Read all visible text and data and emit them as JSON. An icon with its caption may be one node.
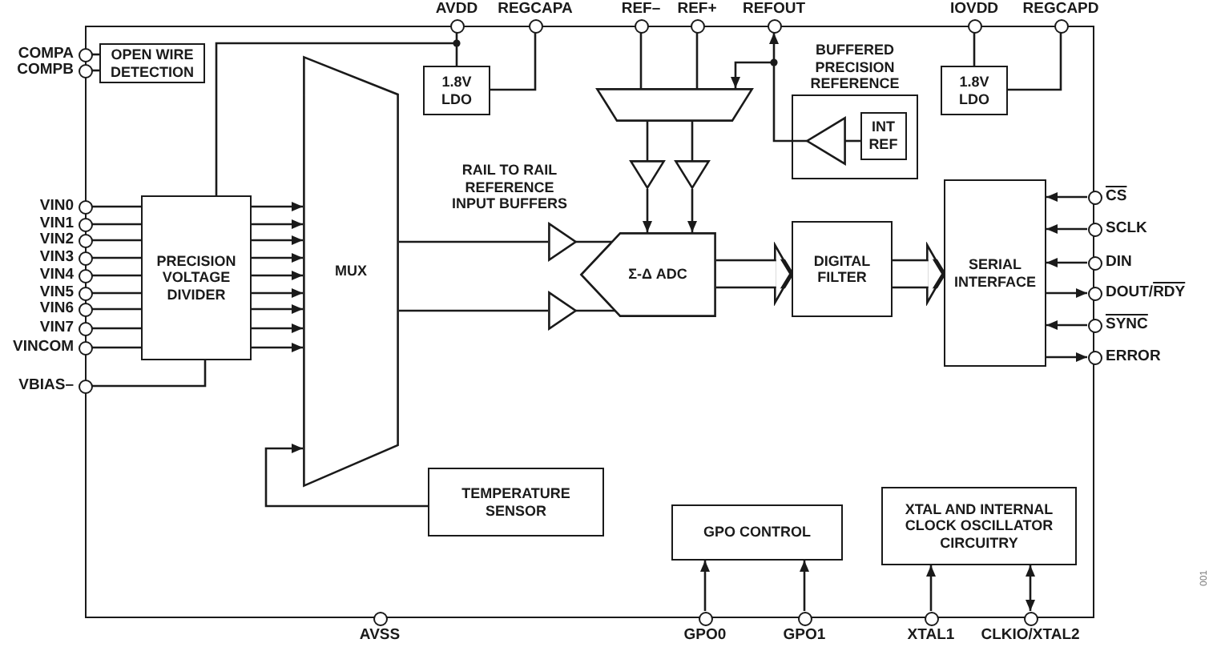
{
  "diagram": {
    "nodes": [
      {
        "text": [],
        "shape": "box"
      },
      {
        "text": [],
        "shape": "circle",
        "beside": [
          "AVDD"
        ]
      },
      {
        "text": [],
        "shape": "circle",
        "beside": [
          "REGCAPA"
        ]
      },
      {
        "text": [],
        "shape": "circle",
        "beside": [
          "REF–"
        ]
      },
      {
        "text": [],
        "shape": "circle",
        "beside": [
          "REF+"
        ]
      },
      {
        "text": [],
        "shape": "circle",
        "beside": [
          "REFOUT"
        ]
      },
      {
        "text": [],
        "shape": "circle",
        "beside": [
          "IOVDD"
        ]
      },
      {
        "text": [],
        "shape": "circle",
        "beside": [
          "REGCAPD"
        ]
      },
      {
        "text": [],
        "shape": "circle",
        "beside": [
          "COMPA"
        ]
      },
      {
        "text": [],
        "shape": "circle",
        "beside": [
          "COMPB"
        ]
      },
      {
        "text": [
          "OPEN WIRE DETECTION"
        ],
        "in": 0
      },
      {
        "text": [
          "1.8V LDO"
        ],
        "in": 0
      },
      {
        "text": [],
        "shape": "trapezoid",
        "in": 0
      },
      {
        "text": [
          "BUFFERED PRECISION REFERENCE"
        ],
        "in": 0
      },
      {
        "text": [],
        "shape": "triangle",
        "in": 13
      },
      {
        "text": [
          "INT REF"
        ],
        "in": 13
      },
      {
        "text": [
          "1.8V LDO"
        ],
        "in": 0
      },
      {
        "text": [],
        "shape": "triangle",
        "in": 0
      },
      {
        "text": [],
        "shape": "triangle",
        "in": 0
      },
      {
        "text": [
          "MUX"
        ],
        "in": 0
      },
      {
        "text": [
          "PRECISION VOLTAGE DIVIDER"
        ],
        "in": 0
      },
      {
        "text": [],
        "shape": "circle",
        "beside": [
          "VIN0"
        ]
      },
      {
        "text": [],
        "shape": "circle",
        "beside": [
          "VIN1"
        ]
      },
      {
        "text": [],
        "shape": "circle",
        "beside": [
          "VIN2"
        ]
      },
      {
        "text": [],
        "shape": "circle",
        "beside": [
          "VIN3"
        ]
      },
      {
        "text": [],
        "shape": "circle",
        "beside": [
          "VIN4"
        ]
      },
      {
        "text": [],
        "shape": "circle",
        "beside": [
          "VIN5"
        ]
      },
      {
        "text": [],
        "shape": "circle",
        "beside": [
          "VIN6"
        ]
      },
      {
        "text": [],
        "shape": "circle",
        "beside": [
          "VIN7"
        ]
      },
      {
        "text": [],
        "shape": "circle",
        "beside": [
          "VINCOM"
        ]
      },
      {
        "text": [],
        "shape": "circle",
        "beside": [
          "VBIAS–"
        ]
      },
      {
        "text": [],
        "shape": "triangle",
        "in": 0
      },
      {
        "text": [],
        "shape": "triangle",
        "in": 0
      },
      {
        "text": [
          "Σ-Δ ADC"
        ],
        "in": 0
      },
      {
        "text": [
          "DIGITAL FILTER"
        ],
        "in": 0
      },
      {
        "text": [
          "SERIAL INTERFACE"
        ],
        "in": 0
      },
      {
        "text": [],
        "shape": "circle",
        "beside": [
          "CS"
        ]
      },
      {
        "text": [],
        "shape": "circle",
        "beside": [
          "SCLK"
        ]
      },
      {
        "text": [],
        "shape": "circle",
        "beside": [
          "DIN"
        ]
      },
      {
        "text": [],
        "shape": "circle",
        "beside": [
          "DOUT/RDY"
        ]
      },
      {
        "text": [],
        "shape": "circle",
        "beside": [
          "SYNC"
        ]
      },
      {
        "text": [],
        "shape": "circle",
        "beside": [
          "ERROR"
        ]
      },
      {
        "text": [
          "TEMPERATURE SENSOR"
        ],
        "in": 0
      },
      {
        "text": [
          "GPO CONTROL"
        ],
        "in": 0
      },
      {
        "text": [
          "XTAL AND INTERNAL CLOCK OSCILLATOR CIRCUITRY"
        ],
        "in": 0
      },
      {
        "text": [],
        "shape": "circle",
        "beside": [
          "AVSS"
        ]
      },
      {
        "text": [],
        "shape": "circle",
        "beside": [
          "GPO0"
        ]
      },
      {
        "text": [],
        "shape": "circle",
        "beside": [
          "GPO1"
        ]
      },
      {
        "text": [],
        "shape": "circle",
        "beside": [
          "XTAL1"
        ]
      },
      {
        "text": [],
        "shape": "circle",
        "beside": [
          "CLKIO/XTAL2"
        ]
      }
    ],
    "edges": [
      {
        "from": 1,
        "to": 11,
        "arrow": "none"
      },
      {
        "from": 1,
        "to": 20,
        "arrow": "none"
      },
      {
        "from": 11,
        "to": 2,
        "arrow": "none"
      },
      {
        "from": 3,
        "to": 12,
        "arrow": "none"
      },
      {
        "from": 4,
        "to": 12,
        "arrow": "none"
      },
      {
        "from": 14,
        "to": 5,
        "arrow": "to"
      },
      {
        "from": 14,
        "to": 12,
        "arrow": "to"
      },
      {
        "from": 15,
        "to": 14,
        "arrow": "none"
      },
      {
        "from": 6,
        "to": 16,
        "arrow": "none"
      },
      {
        "from": 16,
        "to": 7,
        "arrow": "none"
      },
      {
        "from": 8,
        "to": 10,
        "arrow": "none"
      },
      {
        "from": 9,
        "to": 10,
        "arrow": "none"
      },
      {
        "from": 12,
        "to": 17,
        "arrow": "none"
      },
      {
        "from": 12,
        "to": 18,
        "arrow": "none"
      },
      {
        "from": 17,
        "to": 33,
        "arrow": "to"
      },
      {
        "from": 18,
        "to": 33,
        "arrow": "to"
      },
      {
        "from": 21,
        "to": 20,
        "arrow": "none"
      },
      {
        "from": 22,
        "to": 20,
        "arrow": "none"
      },
      {
        "from": 23,
        "to": 20,
        "arrow": "none"
      },
      {
        "from": 24,
        "to": 20,
        "arrow": "none"
      },
      {
        "from": 25,
        "to": 20,
        "arrow": "none"
      },
      {
        "from": 26,
        "to": 20,
        "arrow": "none"
      },
      {
        "from": 27,
        "to": 20,
        "arrow": "none"
      },
      {
        "from": 28,
        "to": 20,
        "arrow": "none"
      },
      {
        "from": 29,
        "to": 20,
        "arrow": "none"
      },
      {
        "from": 20,
        "to": 19,
        "arrow": "to"
      },
      {
        "from": 20,
        "to": 19,
        "arrow": "to"
      },
      {
        "from": 20,
        "to": 19,
        "arrow": "to"
      },
      {
        "from": 20,
        "to": 19,
        "arrow": "to"
      },
      {
        "from": 20,
        "to": 19,
        "arrow": "to"
      },
      {
        "from": 20,
        "to": 19,
        "arrow": "to"
      },
      {
        "from": 20,
        "to": 19,
        "arrow": "to"
      },
      {
        "from": 20,
        "to": 19,
        "arrow": "to"
      },
      {
        "from": 20,
        "to": 19,
        "arrow": "to"
      },
      {
        "from": 30,
        "to": 20,
        "arrow": "none"
      },
      {
        "from": 19,
        "to": 31,
        "arrow": "none"
      },
      {
        "from": 19,
        "to": 32,
        "arrow": "none"
      },
      {
        "from": 31,
        "to": 33,
        "arrow": "none"
      },
      {
        "from": 32,
        "to": 33,
        "arrow": "none"
      },
      {
        "from": 33,
        "to": 34,
        "arrow": "to",
        "style": "thick"
      },
      {
        "from": 34,
        "to": 35,
        "arrow": "to",
        "style": "thick"
      },
      {
        "from": 36,
        "to": 35,
        "arrow": "to"
      },
      {
        "from": 37,
        "to": 35,
        "arrow": "to"
      },
      {
        "from": 38,
        "to": 35,
        "arrow": "to"
      },
      {
        "from": 35,
        "to": 39,
        "arrow": "to"
      },
      {
        "from": 40,
        "to": 35,
        "arrow": "to"
      },
      {
        "from": 35,
        "to": 41,
        "arrow": "to"
      },
      {
        "from": 42,
        "to": 19,
        "arrow": "to"
      },
      {
        "from": 46,
        "to": 43,
        "arrow": "to"
      },
      {
        "from": 47,
        "to": 43,
        "arrow": "to"
      },
      {
        "from": 48,
        "to": 44,
        "arrow": "to"
      },
      {
        "from": 49,
        "to": 44,
        "arrow": "both"
      }
    ],
    "labels": [
      "RAIL TO RAIL REFERENCE INPUT BUFFERS",
      "001"
    ]
  }
}
